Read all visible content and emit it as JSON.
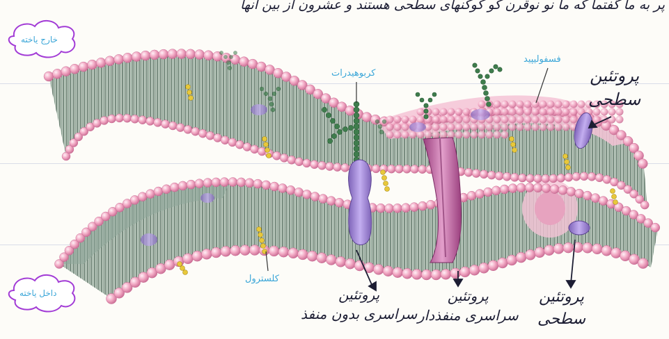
{
  "header_note": "پر به ما گفتما که ما نو نوقرن کو کوکنهای سطحی هستند و عشرون از بین آنها",
  "outside_cell": "خارج یاخته",
  "inside_cell": "داخل یاخته",
  "labels": {
    "carbohydrates": "کربوهیدرات",
    "phospholipid": "فسفولیپید",
    "cholesterol": "کلسترول"
  },
  "handwritten": {
    "surface_protein_top": [
      "پروتئین",
      "سطحی"
    ],
    "transmembrane_no_channel": [
      "پروتئین",
      "سراسری بدون منفذ"
    ],
    "transmembrane_channel": [
      "پروتئین",
      "سراسری منفذدار"
    ],
    "surface_protein_bottom": [
      "پروتئین",
      "سطحی"
    ]
  },
  "colors": {
    "head": "#f2a9c4",
    "head_shade": "#d97aa0",
    "tail": "#3d5a4a",
    "protein": "#a98bd6",
    "channel": "#c26aa6",
    "glyco": "#3f7d4d",
    "cholesterol": "#e8c83a",
    "ink": "#1c1d33",
    "label_blue": "#3aa6d8",
    "cloud": "#a23bd6"
  }
}
